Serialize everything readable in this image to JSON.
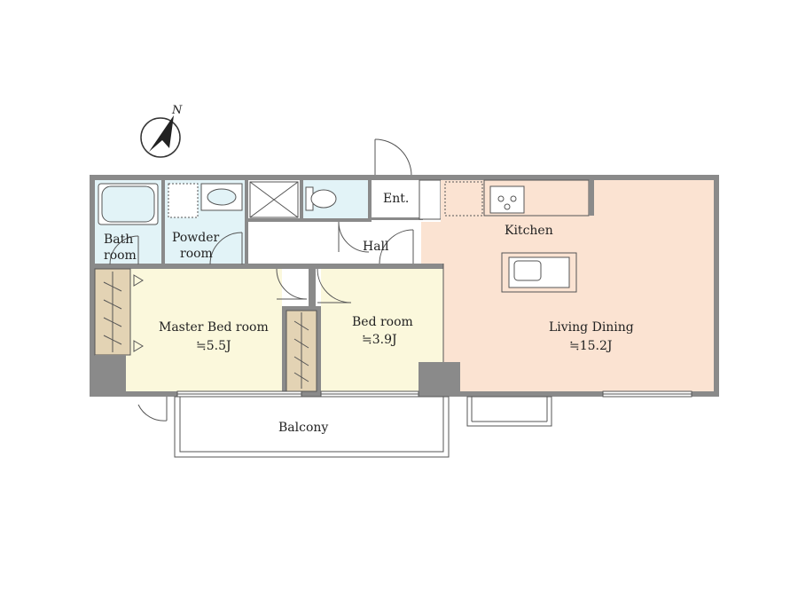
{
  "compass": {
    "north_label": "N"
  },
  "rooms": {
    "bath": {
      "line1": "Bath",
      "line2": "room"
    },
    "powder": {
      "line1": "Powder",
      "line2": "room"
    },
    "entrance": {
      "label": "Ent."
    },
    "hall": {
      "label": "Hall"
    },
    "kitchen": {
      "label": "Kitchen"
    },
    "master_bed": {
      "label": "Master Bed room",
      "size": "≒5.5J"
    },
    "bed": {
      "label": "Bed room",
      "size": "≒3.9J"
    },
    "living": {
      "label": "Living Dining",
      "size": "≒15.2J"
    },
    "balcony": {
      "label": "Balcony"
    }
  },
  "colors": {
    "wet_area": "#e2f3f7",
    "bedroom": "#fbf8dc",
    "living": "#fbe3d2",
    "closet": "#e3d3b4",
    "wall": "#8a8a8a"
  }
}
